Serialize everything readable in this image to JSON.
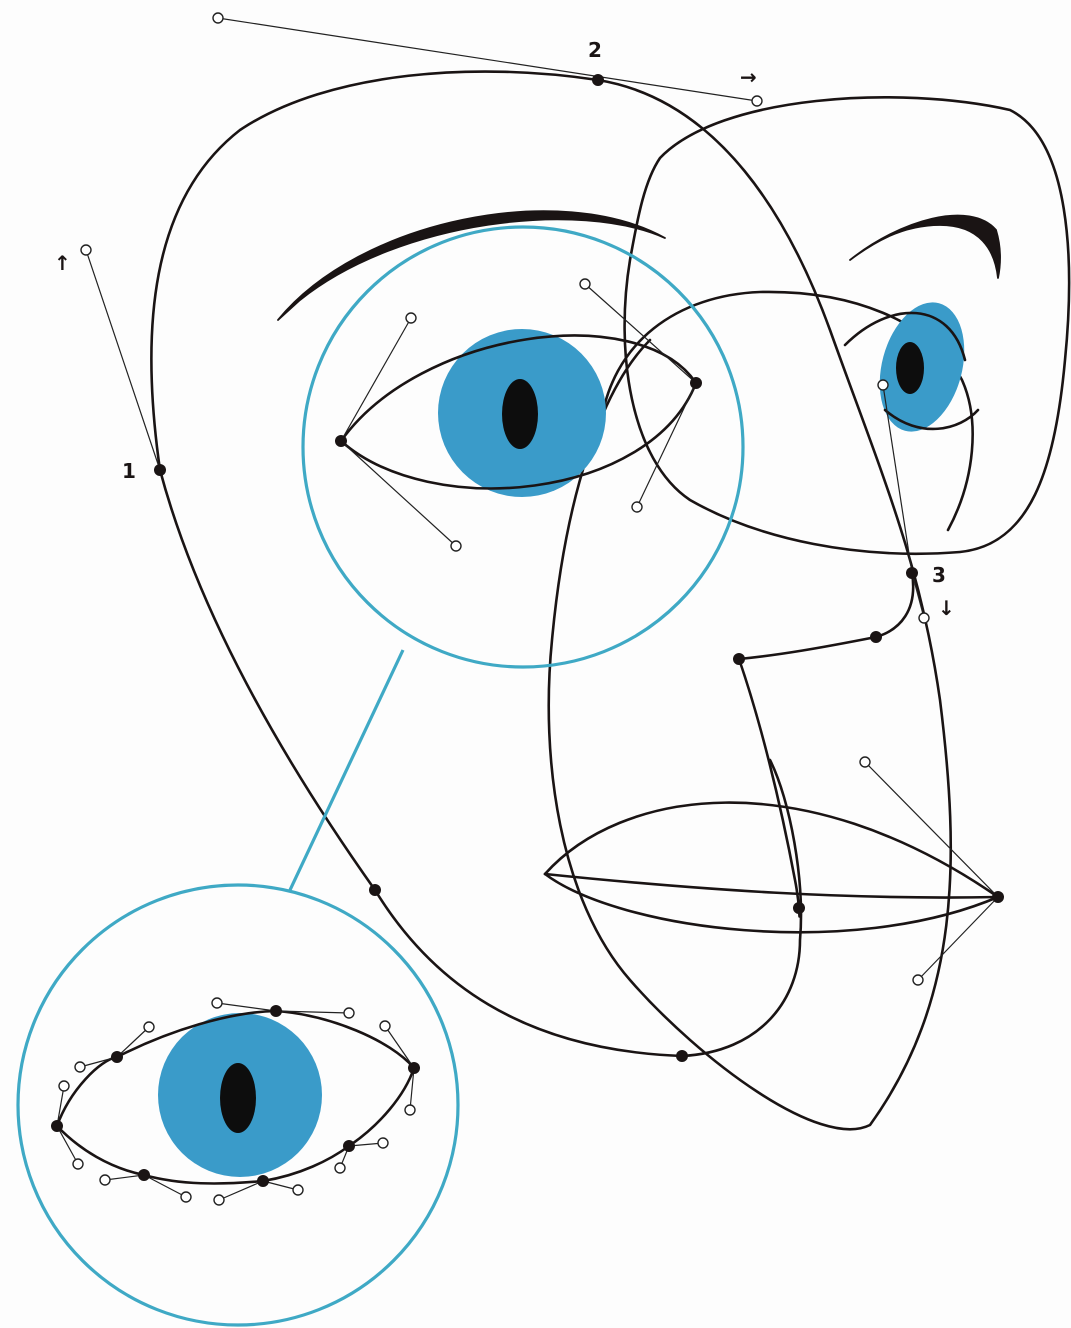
{
  "labels": {
    "anchor_1": "1",
    "anchor_2": "2",
    "anchor_3": "3",
    "arrow_1": "↑",
    "arrow_2": "→",
    "arrow_3": "↓"
  },
  "colors": {
    "iris": "#3a9bc9",
    "pupil": "#0d0d0d",
    "callout_circle": "#3fa9c5",
    "outline": "#1a1414"
  },
  "icons": [
    "bezier-anchor-point",
    "bezier-handle-point",
    "magnifier-callout"
  ]
}
